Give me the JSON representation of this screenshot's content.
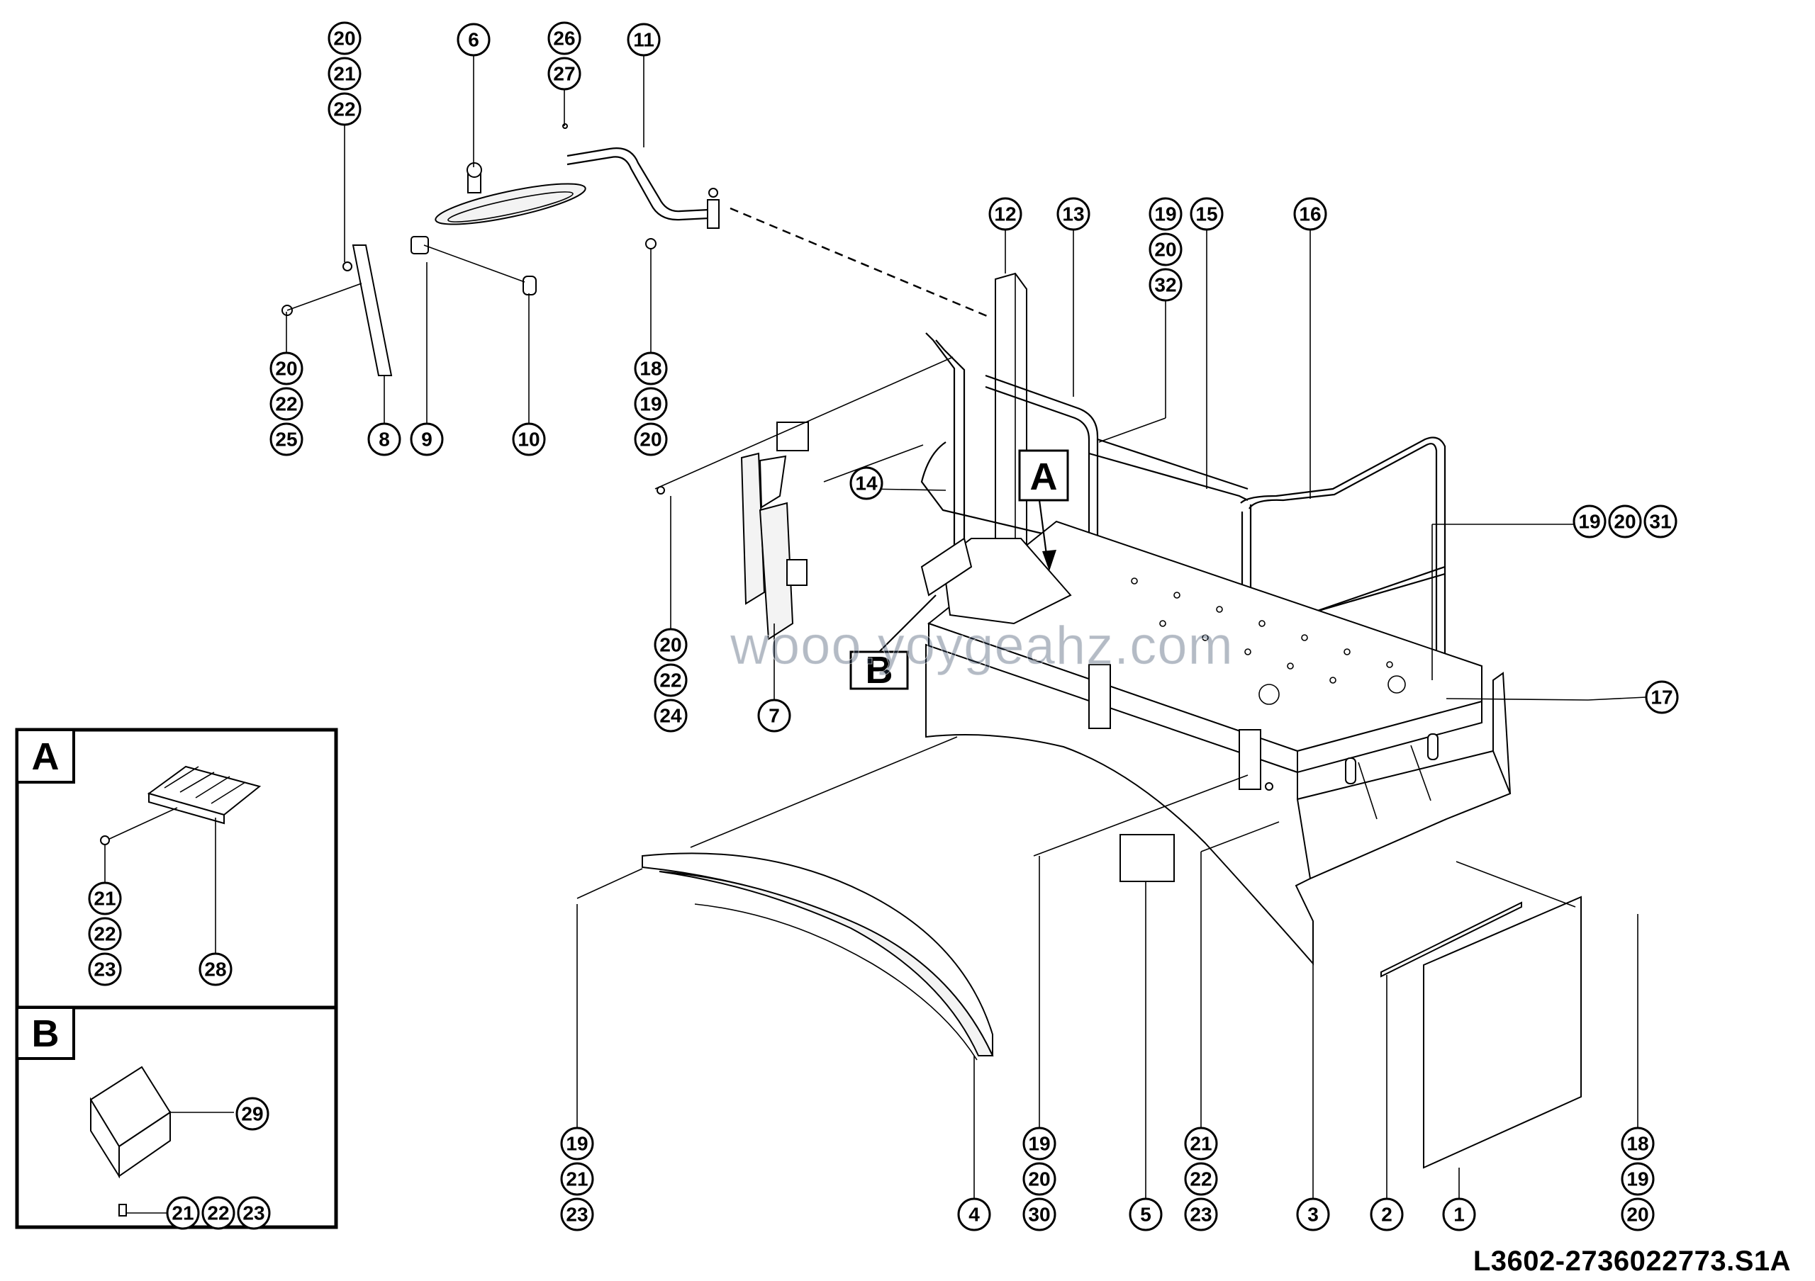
{
  "drawing_code": "L3602-2736022773.S1A",
  "watermark": "wooo.yoygeahz.com",
  "detail_labels": {
    "a": "A",
    "b": "B"
  },
  "callouts": {
    "c20a": "20",
    "c21a": "21",
    "c22a": "22",
    "c6": "6",
    "c26": "26",
    "c27": "27",
    "c11": "11",
    "c20b": "20",
    "c22b": "22",
    "c25": "25",
    "c8": "8",
    "c9": "9",
    "c10": "10",
    "c18a": "18",
    "c19a": "19",
    "c20c": "20",
    "c12": "12",
    "c13": "13",
    "c19b": "19",
    "c20d": "20",
    "c32": "32",
    "c15": "15",
    "c16": "16",
    "c14": "14",
    "c19c": "19",
    "c20e": "20",
    "c31": "31",
    "c20f": "20",
    "c22c": "22",
    "c24": "24",
    "c7": "7",
    "c17": "17",
    "c21b": "21",
    "c22d": "22",
    "c23a": "23",
    "c28": "28",
    "c29": "29",
    "c21c": "21",
    "c22e": "22",
    "c23b": "23",
    "c19d": "19",
    "c21d": "21",
    "c23c": "23",
    "c4": "4",
    "c19e": "19",
    "c20g": "20",
    "c30": "30",
    "c5": "5",
    "c21e": "21",
    "c22f": "22",
    "c23d": "23",
    "c3": "3",
    "c2": "2",
    "c1": "1",
    "c18b": "18",
    "c19f": "19",
    "c20h": "20"
  }
}
